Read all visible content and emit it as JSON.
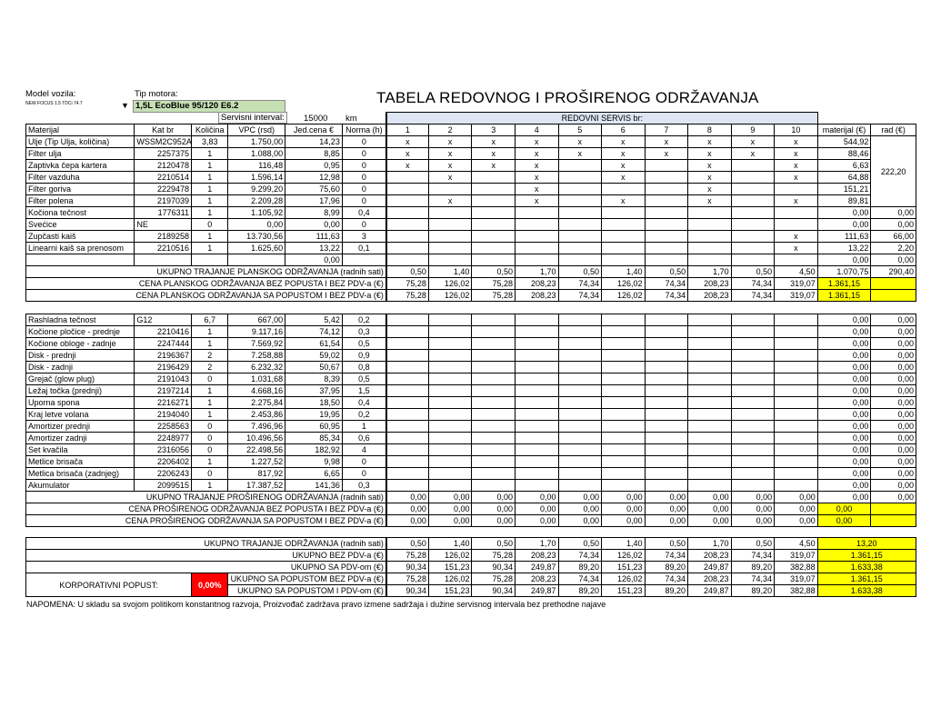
{
  "header": {
    "model_label": "Model vozila:",
    "model_value": "NEW FOCUS 1.5 TDCi 74.7",
    "engine_label": "Tip motora:",
    "engine_value": "1,5L EcoBlue 95/120 E6.2",
    "interval_label": "Servisni interval:",
    "interval_value": "15000",
    "interval_unit": "km",
    "title": "TABELA REDOVNOG I PROŠIRENOG ODRŽAVANJA",
    "service_header": "REDOVNI SERVIS br:"
  },
  "columns": [
    "Materijal",
    "Kat br",
    "Količina",
    "VPC (rsd)",
    "Jed.cena €",
    "Norma (h)",
    "1",
    "2",
    "3",
    "4",
    "5",
    "6",
    "7",
    "8",
    "9",
    "10",
    "materijal (€)",
    "rad (€)"
  ],
  "regular": [
    [
      "Ulje (Tip Ulja, količina)",
      "WSSM2C952A",
      "3,83",
      "1.750,00",
      "14,23",
      "0",
      "x",
      "x",
      "x",
      "x",
      "x",
      "x",
      "x",
      "x",
      "x",
      "x",
      "544,92",
      ""
    ],
    [
      "Filter ulja",
      "2257375",
      "1",
      "1.088,00",
      "8,85",
      "0",
      "x",
      "x",
      "x",
      "x",
      "x",
      "x",
      "x",
      "x",
      "x",
      "x",
      "88,46",
      ""
    ],
    [
      "Zaptivka čepa kartera",
      "2120478",
      "1",
      "116,48",
      "0,95",
      "0",
      "x",
      "x",
      "x",
      "x",
      "",
      "x",
      "",
      "x",
      "",
      "x",
      "6,63",
      ""
    ],
    [
      "Filter vazduha",
      "2210514",
      "1",
      "1.596,14",
      "12,98",
      "0",
      "",
      "x",
      "",
      "x",
      "",
      "x",
      "",
      "x",
      "",
      "x",
      "64,88",
      ""
    ],
    [
      "Filter goriva",
      "2229478",
      "1",
      "9.299,20",
      "75,60",
      "0",
      "",
      "",
      "",
      "x",
      "",
      "",
      "",
      "x",
      "",
      "",
      "151,21",
      ""
    ],
    [
      "Filter polena",
      "2197039",
      "1",
      "2.209,28",
      "17,96",
      "0",
      "",
      "x",
      "",
      "x",
      "",
      "x",
      "",
      "x",
      "",
      "x",
      "89,81",
      ""
    ],
    [
      "Kočiona tečnost",
      "1776311",
      "1",
      "1.105,92",
      "8,99",
      "0,4",
      "",
      "",
      "",
      "",
      "",
      "",
      "",
      "",
      "",
      "",
      "0,00",
      "0,00"
    ],
    [
      "Svećice",
      "NE",
      "0",
      "0,00",
      "0,00",
      "0",
      "",
      "",
      "",
      "",
      "",
      "",
      "",
      "",
      "",
      "",
      "0,00",
      "0,00"
    ],
    [
      "Zupčasti kaiš",
      "2189258",
      "1",
      "13.730,56",
      "111,63",
      "3",
      "",
      "",
      "",
      "",
      "",
      "",
      "",
      "",
      "",
      "x",
      "111,63",
      "66,00"
    ],
    [
      "Linearni kaiš sa prenosom",
      "2210516",
      "1",
      "1.625,60",
      "13,22",
      "0,1",
      "",
      "",
      "",
      "",
      "",
      "",
      "",
      "",
      "",
      "x",
      "13,22",
      "2,20"
    ],
    [
      "",
      "",
      "",
      "",
      "0,00",
      "",
      "",
      "",
      "",
      "",
      "",
      "",
      "",
      "",
      "",
      "",
      "0,00",
      "0,00"
    ]
  ],
  "regular_rad_merged": "222,20",
  "regular_totals": [
    {
      "label": "UKUPNO TRAJANJE PLANSKOG ODRŽAVANJA (radnih sati)",
      "vals": [
        "0,50",
        "1,40",
        "0,50",
        "1,70",
        "0,50",
        "1,40",
        "0,50",
        "1,70",
        "0,50",
        "4,50"
      ],
      "mat": "1.070,75",
      "rad": "290,40",
      "hl": false
    },
    {
      "label": "CENA PLANSKOG ODRŽAVANJA BEZ POPUSTA I BEZ PDV-a (€)",
      "vals": [
        "75,28",
        "126,02",
        "75,28",
        "208,23",
        "74,34",
        "126,02",
        "74,34",
        "208,23",
        "74,34",
        "319,07"
      ],
      "mat": "1.361,15",
      "rad": "",
      "hl": true
    },
    {
      "label": "CENA PLANSKOG ODRŽAVANJA SA POPUSTOM I BEZ PDV-a (€)",
      "vals": [
        "75,28",
        "126,02",
        "75,28",
        "208,23",
        "74,34",
        "126,02",
        "74,34",
        "208,23",
        "74,34",
        "319,07"
      ],
      "mat": "1.361,15",
      "rad": "",
      "hl": true
    }
  ],
  "extended": [
    [
      "Rashladna tečnost",
      "G12",
      "6,7",
      "667,00",
      "5,42",
      "0,2"
    ],
    [
      "Kočione pločice - prednje",
      "2210416",
      "1",
      "9.117,16",
      "74,12",
      "0,3"
    ],
    [
      "Kočione obloge - zadnje",
      "2247444",
      "1",
      "7.569,92",
      "61,54",
      "0,5"
    ],
    [
      "Disk - prednji",
      "2196367",
      "2",
      "7.258,88",
      "59,02",
      "0,9"
    ],
    [
      "Disk - zadnji",
      "2196429",
      "2",
      "6.232,32",
      "50,67",
      "0,8"
    ],
    [
      "Grejač (glow plug)",
      "2191043",
      "0",
      "1.031,68",
      "8,39",
      "0,5"
    ],
    [
      "Ležaj točka (prednji)",
      "2197214",
      "1",
      "4.668,16",
      "37,95",
      "1,5"
    ],
    [
      "Uporna spona",
      "2216271",
      "1",
      "2.275,84",
      "18,50",
      "0,4"
    ],
    [
      "Kraj letve volana",
      "2194040",
      "1",
      "2.453,86",
      "19,95",
      "0,2"
    ],
    [
      "Amortizer prednji",
      "2258563",
      "0",
      "7.496,96",
      "60,95",
      "1"
    ],
    [
      "Amortizer zadnji",
      "2248977",
      "0",
      "10.496,56",
      "85,34",
      "0,6"
    ],
    [
      "Set kvačila",
      "2316056",
      "0",
      "22.498,56",
      "182,92",
      "4"
    ],
    [
      "Metlice brisača",
      "2206402",
      "1",
      "1.227,52",
      "9,98",
      "0"
    ],
    [
      "Metlica brisača (zadnjeg)",
      "2206243",
      "0",
      "817,92",
      "6,65",
      "0"
    ],
    [
      "Akumulator",
      "2099515",
      "1",
      "17.387,52",
      "141,36",
      "0,3"
    ]
  ],
  "extended_mat_rad": [
    "0,00",
    "0,00"
  ],
  "extended_totals": [
    {
      "label": "UKUPNO TRAJANJE PROŠIRENOG ODRŽAVANJA (radnih sati)",
      "vals": [
        "0,00",
        "0,00",
        "0,00",
        "0,00",
        "0,00",
        "0,00",
        "0,00",
        "0,00",
        "0,00",
        "0,00"
      ],
      "mat": "0,00",
      "rad": "0,00",
      "hl": false
    },
    {
      "label": "CENA PROŠIRENOG ODRŽAVANJA BEZ POPUSTA I BEZ PDV-a (€)",
      "vals": [
        "0,00",
        "0,00",
        "0,00",
        "0,00",
        "0,00",
        "0,00",
        "0,00",
        "0,00",
        "0,00",
        "0,00"
      ],
      "mat": "0,00",
      "rad": "",
      "hl": true
    },
    {
      "label": "CENA PROŠIRENOG ODRŽAVANJA SA POPUSTOM I BEZ PDV-a (€)",
      "vals": [
        "0,00",
        "0,00",
        "0,00",
        "0,00",
        "0,00",
        "0,00",
        "0,00",
        "0,00",
        "0,00",
        "0,00"
      ],
      "mat": "0,00",
      "rad": "",
      "hl": true
    }
  ],
  "summary": [
    {
      "label": "UKUPNO TRAJANJE ODRŽAVANJA (radnih sati)",
      "vals": [
        "0,50",
        "1,40",
        "0,50",
        "1,70",
        "0,50",
        "1,40",
        "0,50",
        "1,70",
        "0,50",
        "4,50"
      ],
      "mat": "13,20"
    },
    {
      "label": "UKUPNO BEZ PDV-a (€)",
      "vals": [
        "75,28",
        "126,02",
        "75,28",
        "208,23",
        "74,34",
        "126,02",
        "74,34",
        "208,23",
        "74,34",
        "319,07"
      ],
      "mat": "1.361,15"
    },
    {
      "label": "UKUPNO SA PDV-om (€)",
      "vals": [
        "90,34",
        "151,23",
        "90,34",
        "249,87",
        "89,20",
        "151,23",
        "89,20",
        "249,87",
        "89,20",
        "382,88"
      ],
      "mat": "1.633,38"
    },
    {
      "label": "UKUPNO SA POPUSTOM BEZ PDV-a (€)",
      "vals": [
        "75,28",
        "126,02",
        "75,28",
        "208,23",
        "74,34",
        "126,02",
        "74,34",
        "208,23",
        "74,34",
        "319,07"
      ],
      "mat": "1.361,15"
    },
    {
      "label": "UKUPNO SA POPUSTOM I PDV-om (€)",
      "vals": [
        "90,34",
        "151,23",
        "90,34",
        "249,87",
        "89,20",
        "151,23",
        "89,20",
        "249,87",
        "89,20",
        "382,88"
      ],
      "mat": "1.633,38"
    }
  ],
  "discount": {
    "label": "KORPORATIVNI POPUST:",
    "value": "0,00%"
  },
  "note": "NAPOMENA: U skladu sa svojom politikom konstantnog razvoja, Proizvođač zadržava pravo izmene sadržaja i dužine servisnog intervala bez prethodne najave",
  "colors": {
    "highlight": "#ffff00",
    "discount": "#ff0000",
    "engine_fill": "#c6e0b4",
    "header_fill": "#dde6f2"
  }
}
